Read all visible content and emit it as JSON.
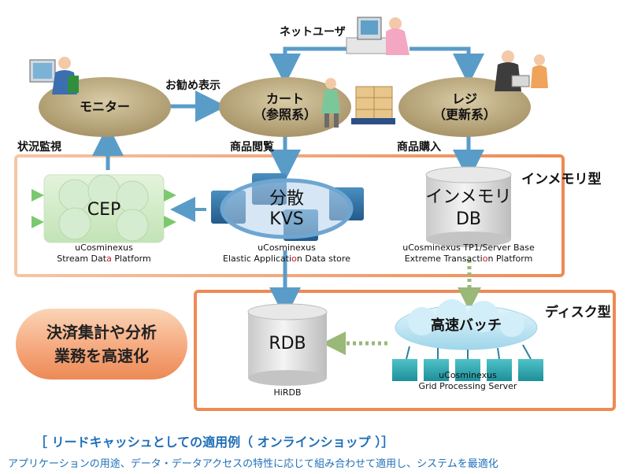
{
  "labels": {
    "net_user": "ネットユーザ",
    "recommend": "お勧め表示",
    "status_watch": "状況監視",
    "browse": "商品閲覧",
    "purchase": "商品購入"
  },
  "nodes": {
    "monitor": "モニター",
    "cart_l1": "カート",
    "cart_l2": "（参照系）",
    "register_l1": "レジ",
    "register_l2": "（更新系）"
  },
  "zones": {
    "in_memory": "インメモリ型",
    "disk": "ディスク型"
  },
  "components": {
    "cep": {
      "name": "CEP",
      "product_l1": "uCosminexus",
      "product_l2_a": "Stream Dat",
      "product_l2_b": "a",
      "product_l2_c": " Platform"
    },
    "kvs": {
      "name_l1": "分散",
      "name_l2": "KVS",
      "product_l1": "uCosminexus",
      "product_l2_a": "Elastic Applicati",
      "product_l2_b": "o",
      "product_l2_c": "n Data store"
    },
    "imdb": {
      "name_l1": "インメモリ",
      "name_l2": "DB",
      "product_l1": "uCosminexus TP1/Server Base",
      "product_l2_a": "Extreme Transacti",
      "product_l2_b": "o",
      "product_l2_c": "n Platform"
    },
    "rdb": {
      "name": "RDB",
      "product": "HiRDB"
    },
    "batch": {
      "name": "高速バッチ",
      "product_l1": "uCosminexus",
      "product_l2": "Grid Processing Server"
    }
  },
  "settlement": {
    "line1": "決済集計や分析",
    "line2": "業務を高速化"
  },
  "caption": {
    "title": "［ リードキャッシュとしての適用例（ オンラインショップ ）］",
    "subtitle": "アプリケーションの用途、データ・データアクセスの特性に応じて組み合わせて適用し、システムを最適化"
  },
  "colors": {
    "arrow": "#5a9cc8",
    "zone_border": "#ee8a55",
    "oval": "#b8a578",
    "dotted_arrow": "#9ab878",
    "caption": "#1f6fb8"
  }
}
